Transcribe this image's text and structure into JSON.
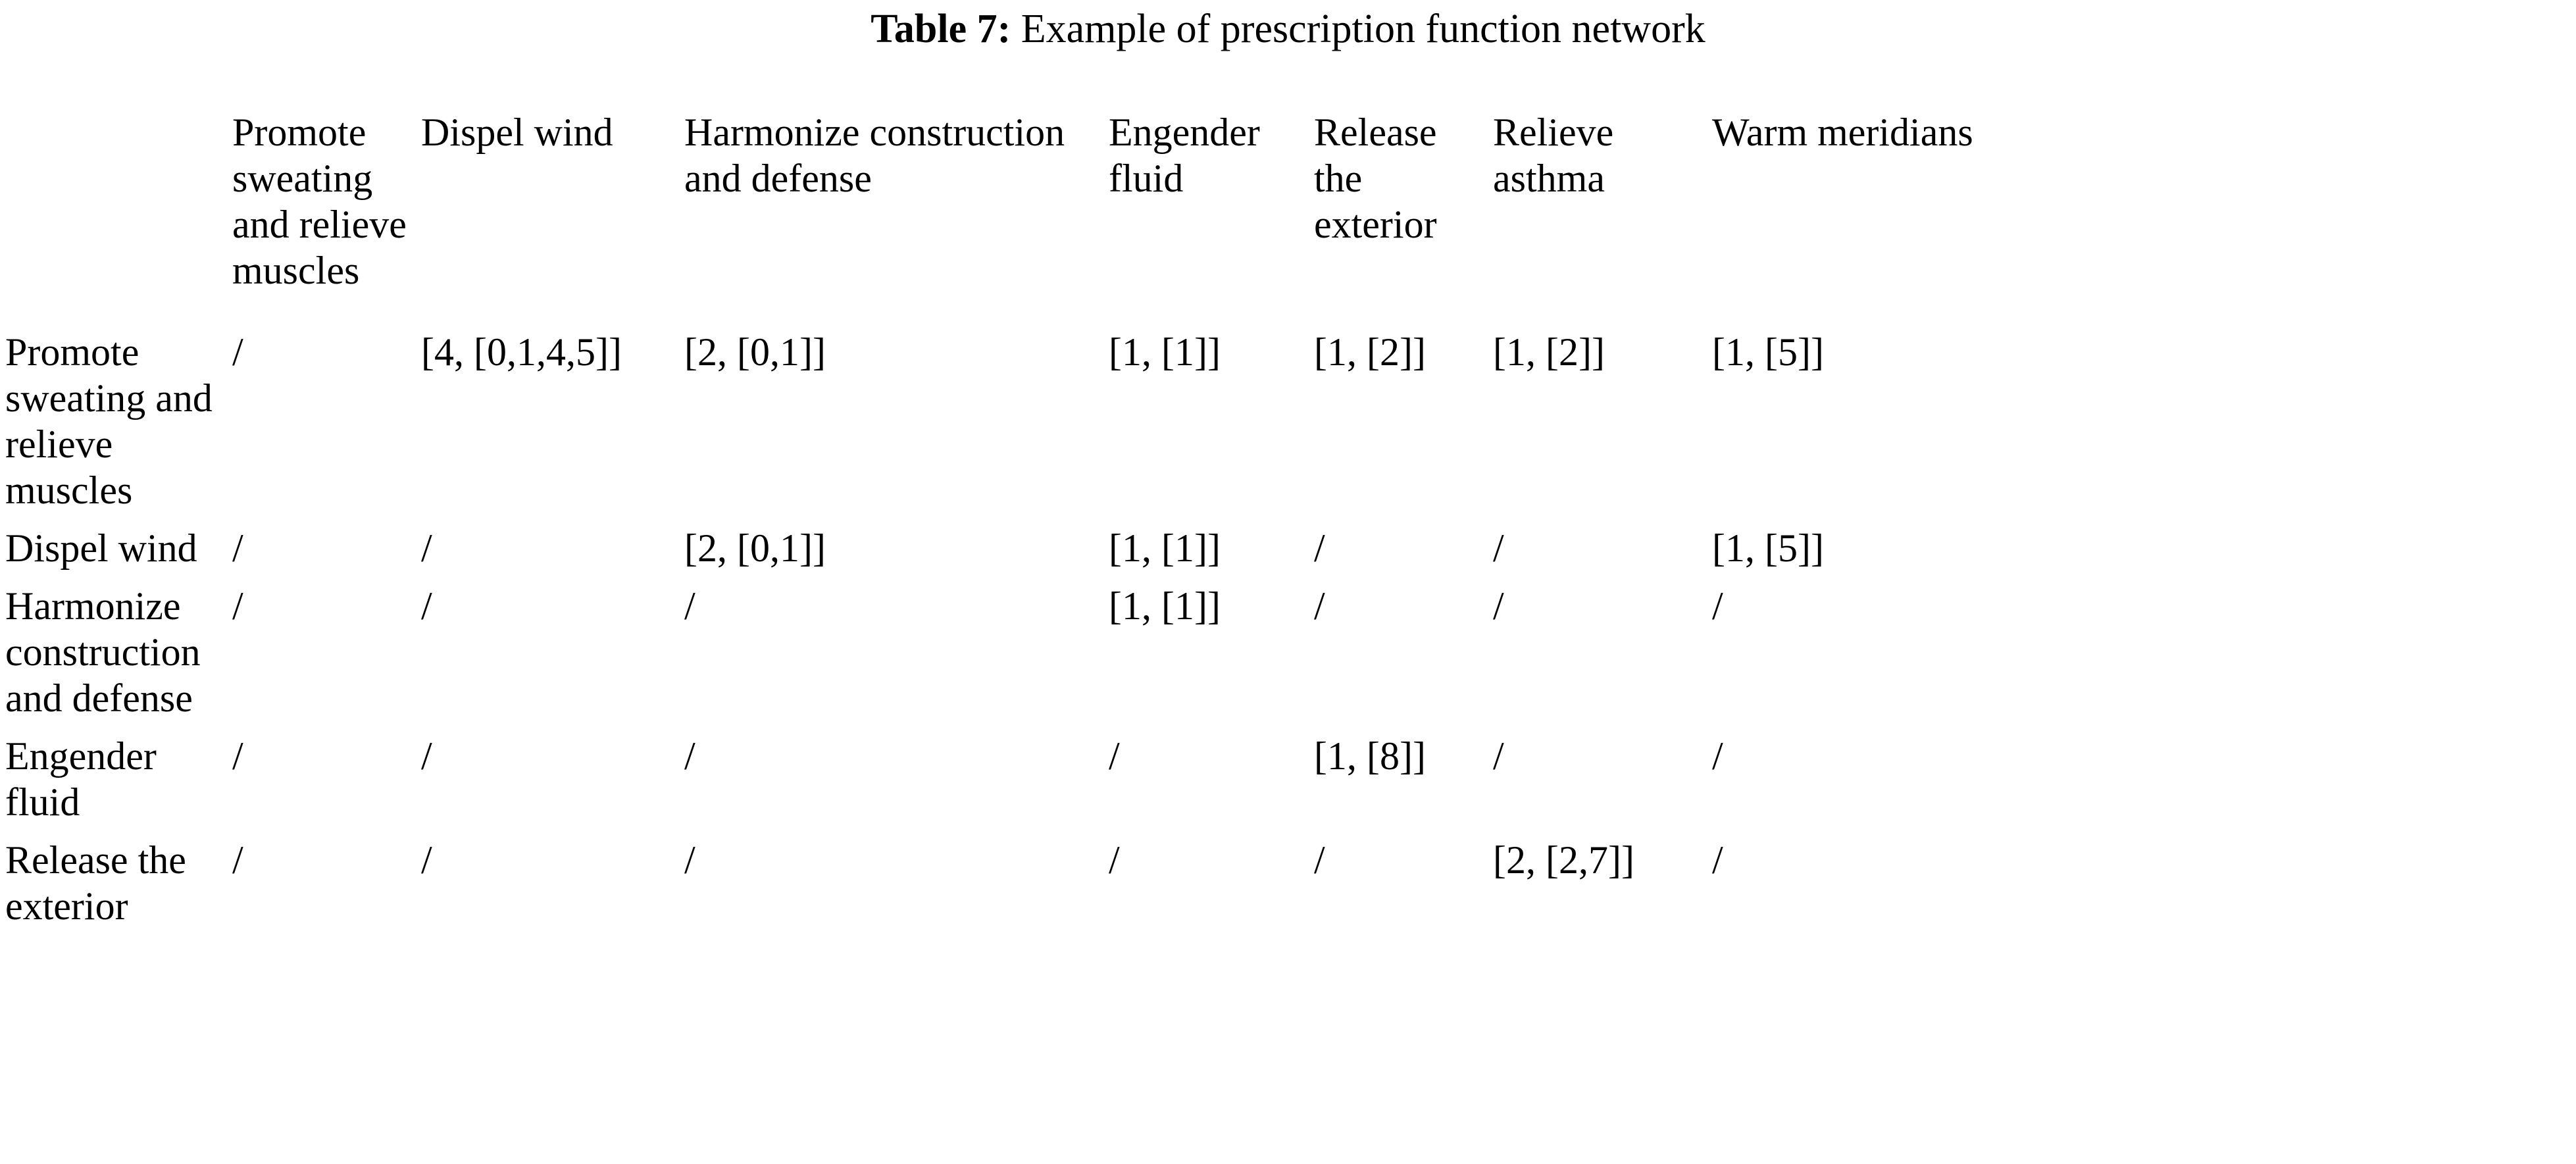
{
  "caption": {
    "label": "Table 7:",
    "text": "Example of prescription function network"
  },
  "table": {
    "corner_header": "",
    "column_headers": [
      "Promote sweating and relieve muscles",
      "Dispel wind",
      "Harmonize construction and defense",
      "Engender fluid",
      "Release the exterior",
      "Relieve asthma",
      "Warm meridians"
    ],
    "row_headers": [
      "Promote sweating and relieve muscles",
      "Dispel wind",
      "Harmonize construction and defense",
      "Engender fluid",
      "Release the exterior"
    ],
    "rows": [
      [
        "/",
        "[4, [0,1,4,5]]",
        "[2, [0,1]]",
        "[1, [1]]",
        "[1, [2]]",
        "[1, [2]]",
        "[1, [5]]"
      ],
      [
        "/",
        "/",
        "[2, [0,1]]",
        "[1, [1]]",
        "/",
        "/",
        "[1, [5]]"
      ],
      [
        "/",
        "/",
        "/",
        "[1, [1]]",
        "/",
        "/",
        "/"
      ],
      [
        "/",
        "/",
        "/",
        "/",
        "[1, [8]]",
        "/",
        "/"
      ],
      [
        "/",
        "/",
        "/",
        "/",
        "/",
        "[2, [2,7]]",
        "/"
      ]
    ]
  },
  "style": {
    "rule_color": "#000000",
    "text_color": "#000000",
    "background": "#ffffff"
  }
}
